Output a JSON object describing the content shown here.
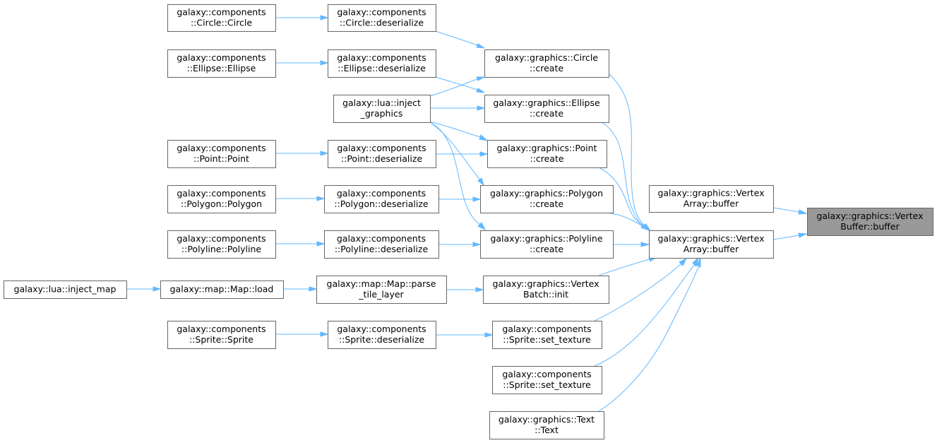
{
  "graph": {
    "colors": {
      "edge": "#63b8ff",
      "node_border": "#666666",
      "highlight_fill": "#999999"
    },
    "nodes": [
      {
        "id": "vb_buffer",
        "lines": [
          "galaxy::graphics::Vertex",
          "Buffer::buffer"
        ],
        "highlight": true
      },
      {
        "id": "va_buffer_top",
        "lines": [
          "galaxy::graphics::Vertex",
          "Array::buffer"
        ]
      },
      {
        "id": "va_buffer",
        "lines": [
          "galaxy::graphics::Vertex",
          "Array::buffer"
        ]
      },
      {
        "id": "circle_create",
        "lines": [
          "galaxy::graphics::Circle",
          "::create"
        ]
      },
      {
        "id": "ellipse_create",
        "lines": [
          "galaxy::graphics::Ellipse",
          "::create"
        ]
      },
      {
        "id": "point_create",
        "lines": [
          "galaxy::graphics::Point",
          "::create"
        ]
      },
      {
        "id": "polygon_create",
        "lines": [
          "galaxy::graphics::Polygon",
          "::create"
        ]
      },
      {
        "id": "polyline_create",
        "lines": [
          "galaxy::graphics::Polyline",
          "::create"
        ]
      },
      {
        "id": "vbatch_init",
        "lines": [
          "galaxy::graphics::Vertex",
          "Batch::init"
        ]
      },
      {
        "id": "sprite_settex_1",
        "lines": [
          "galaxy::components",
          "::Sprite::set_texture"
        ]
      },
      {
        "id": "sprite_settex_2",
        "lines": [
          "galaxy::components",
          "::Sprite::set_texture"
        ]
      },
      {
        "id": "text_text",
        "lines": [
          "galaxy::graphics::Text",
          "::Text"
        ]
      },
      {
        "id": "circle_deser",
        "lines": [
          "galaxy::components",
          "::Circle::deserialize"
        ]
      },
      {
        "id": "ellipse_deser",
        "lines": [
          "galaxy::components",
          "::Ellipse::deserialize"
        ]
      },
      {
        "id": "lua_inject_graphics",
        "lines": [
          "galaxy::lua::inject",
          "_graphics"
        ]
      },
      {
        "id": "point_deser",
        "lines": [
          "galaxy::components",
          "::Point::deserialize"
        ]
      },
      {
        "id": "polygon_deser",
        "lines": [
          "galaxy::components",
          "::Polygon::deserialize"
        ]
      },
      {
        "id": "polyline_deser",
        "lines": [
          "galaxy::components",
          "::Polyline::deserialize"
        ]
      },
      {
        "id": "map_parse_tile",
        "lines": [
          "galaxy::map::Map::parse",
          "_tile_layer"
        ]
      },
      {
        "id": "sprite_deser",
        "lines": [
          "galaxy::components",
          "::Sprite::deserialize"
        ]
      },
      {
        "id": "circle_ctor",
        "lines": [
          "galaxy::components",
          "::Circle::Circle"
        ]
      },
      {
        "id": "ellipse_ctor",
        "lines": [
          "galaxy::components",
          "::Ellipse::Ellipse"
        ]
      },
      {
        "id": "point_ctor",
        "lines": [
          "galaxy::components",
          "::Point::Point"
        ]
      },
      {
        "id": "polygon_ctor",
        "lines": [
          "galaxy::components",
          "::Polygon::Polygon"
        ]
      },
      {
        "id": "polyline_ctor",
        "lines": [
          "galaxy::components",
          "::Polyline::Polyline"
        ]
      },
      {
        "id": "map_load",
        "lines": [
          "galaxy::map::Map::load"
        ]
      },
      {
        "id": "sprite_ctor",
        "lines": [
          "galaxy::components",
          "::Sprite::Sprite"
        ]
      },
      {
        "id": "lua_inject_map",
        "lines": [
          "galaxy::lua::inject_map"
        ]
      }
    ],
    "edges": [
      {
        "from": "va_buffer_top",
        "to": "vb_buffer"
      },
      {
        "from": "va_buffer",
        "to": "vb_buffer"
      },
      {
        "from": "circle_create",
        "to": "va_buffer"
      },
      {
        "from": "ellipse_create",
        "to": "va_buffer"
      },
      {
        "from": "point_create",
        "to": "va_buffer"
      },
      {
        "from": "polygon_create",
        "to": "va_buffer"
      },
      {
        "from": "polyline_create",
        "to": "va_buffer"
      },
      {
        "from": "vbatch_init",
        "to": "va_buffer"
      },
      {
        "from": "sprite_settex_1",
        "to": "va_buffer"
      },
      {
        "from": "sprite_settex_2",
        "to": "va_buffer"
      },
      {
        "from": "text_text",
        "to": "va_buffer"
      },
      {
        "from": "circle_deser",
        "to": "circle_create"
      },
      {
        "from": "lua_inject_graphics",
        "to": "circle_create"
      },
      {
        "from": "ellipse_deser",
        "to": "ellipse_create"
      },
      {
        "from": "lua_inject_graphics",
        "to": "ellipse_create"
      },
      {
        "from": "point_deser",
        "to": "point_create"
      },
      {
        "from": "lua_inject_graphics",
        "to": "point_create"
      },
      {
        "from": "polygon_deser",
        "to": "polygon_create"
      },
      {
        "from": "lua_inject_graphics",
        "to": "polygon_create"
      },
      {
        "from": "polyline_deser",
        "to": "polyline_create"
      },
      {
        "from": "lua_inject_graphics",
        "to": "polyline_create"
      },
      {
        "from": "map_parse_tile",
        "to": "vbatch_init"
      },
      {
        "from": "sprite_deser",
        "to": "sprite_settex_1"
      },
      {
        "from": "circle_ctor",
        "to": "circle_deser"
      },
      {
        "from": "ellipse_ctor",
        "to": "ellipse_deser"
      },
      {
        "from": "point_ctor",
        "to": "point_deser"
      },
      {
        "from": "polygon_ctor",
        "to": "polygon_deser"
      },
      {
        "from": "polyline_ctor",
        "to": "polyline_deser"
      },
      {
        "from": "map_load",
        "to": "map_parse_tile"
      },
      {
        "from": "sprite_ctor",
        "to": "sprite_deser"
      },
      {
        "from": "lua_inject_map",
        "to": "map_load"
      }
    ]
  }
}
